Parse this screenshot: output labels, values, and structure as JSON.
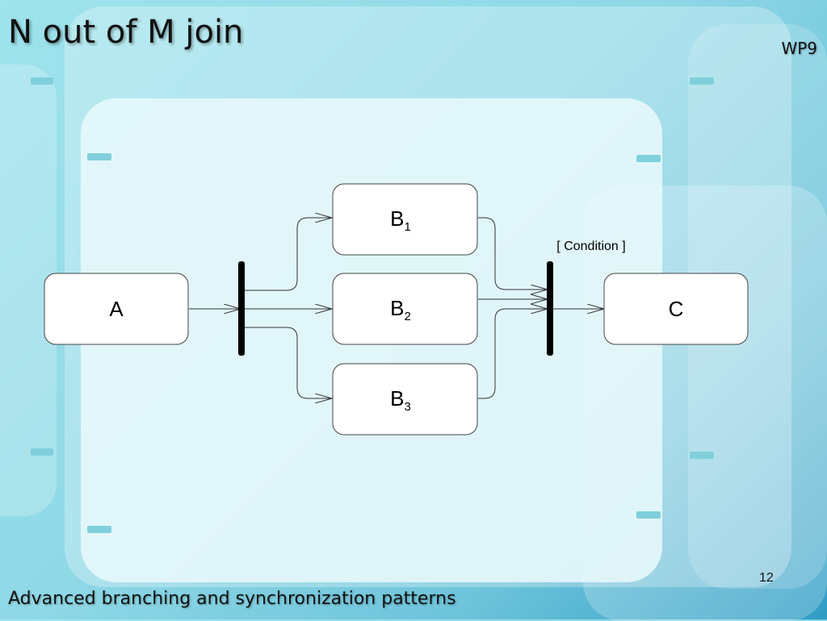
{
  "slide": {
    "title": "N out of M join",
    "tag": "WP9",
    "footer": "Advanced branching and synchronization patterns",
    "page_number": "12"
  },
  "diagram": {
    "nodes": {
      "a": "A",
      "b1": {
        "base": "B",
        "sub": "1"
      },
      "b2": {
        "base": "B",
        "sub": "2"
      },
      "b3": {
        "base": "B",
        "sub": "3"
      },
      "c": "C"
    },
    "guard": "[ Condition ]"
  }
}
